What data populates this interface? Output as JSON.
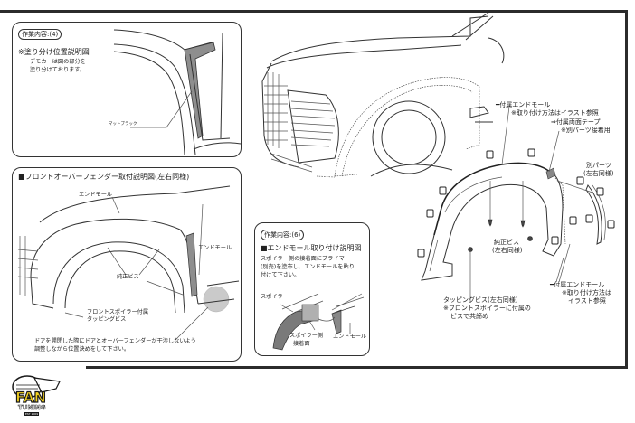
{
  "panel_4": {
    "tag": "作業内容:(4)",
    "title": "※塗り分け位置説明図",
    "desc_line1": "デモカーは図の部分を",
    "desc_line2": "塗り分けております。",
    "callout": "マットブラック"
  },
  "panel_front": {
    "title": "■フロントオーバーフェンダー取付説明図(左右同様)",
    "end_mold_top": "エンドモール",
    "end_mold_right": "エンドモール",
    "genuine_screw": "純正ビス",
    "tapping_line1": "フロントスポイラー付属",
    "tapping_line2": "タッピングビス",
    "note_line1": "ドアを開閉した際にドアとオーバーフェンダーが干渉しないよう",
    "note_line2": "調整しながら位置決めをして下さい。"
  },
  "panel_6": {
    "tag": "作業内容:(6)",
    "title": "■エンドモール取り付け説明図",
    "desc_line1": "スポイラー側の接着面にプライマー",
    "desc_line2": "(別売)を塗布し、エンドモールを貼り",
    "desc_line3": "付けて下さい。",
    "spoiler": "スポイラー",
    "spoiler_side_line1": "スポイラー側",
    "spoiler_side_line2": "接着面",
    "end_mold": "エンドモール"
  },
  "main_diagram": {
    "end_mold_top_line1": "付属エンドモール",
    "end_mold_top_line2": "※取り付け方法はイラスト参照",
    "tape_line1": "付属両面テープ",
    "tape_line2": "※別パーツ接着用",
    "separate_part_line1": "別パーツ",
    "separate_part_line2": "(左右同様)",
    "genuine_screw_line1": "純正ビス",
    "genuine_screw_line2": "(左右同様)",
    "tapping_line1": "タッピングビス(左右同様)",
    "tapping_line2": "※フロントスポイラーに付属の",
    "tapping_line3": "ビスで共締め",
    "end_mold_bottom_line1": "付属エンドモール",
    "end_mold_bottom_line2": "※取り付け方法は",
    "end_mold_bottom_line3": "イラスト参照"
  },
  "logo": {
    "text_main": "FAN",
    "text_sub": "TUNING",
    "text_est": "EST 2009",
    "colors": {
      "yellow": "#f4d21f",
      "outline": "#1a1a1a"
    }
  }
}
